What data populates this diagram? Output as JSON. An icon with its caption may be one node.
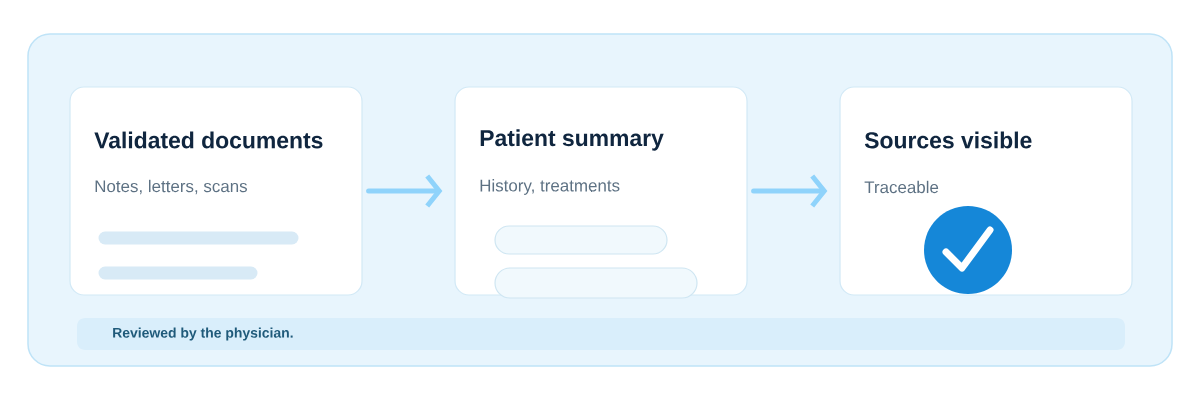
{
  "diagram": {
    "nodes": [
      {
        "text": [
          "Validated documents",
          "Notes, letters, scans"
        ]
      },
      {
        "text": [
          "Patient summary",
          "History, treatments"
        ]
      },
      {
        "text": [
          "Sources visible",
          "Traceable"
        ]
      },
      {
        "text": [
          "Reviewed by the physician."
        ]
      }
    ],
    "edges": [
      {
        "from": 0,
        "to": 1,
        "arrow": "to"
      },
      {
        "from": 1,
        "to": 2,
        "arrow": "to"
      }
    ]
  }
}
